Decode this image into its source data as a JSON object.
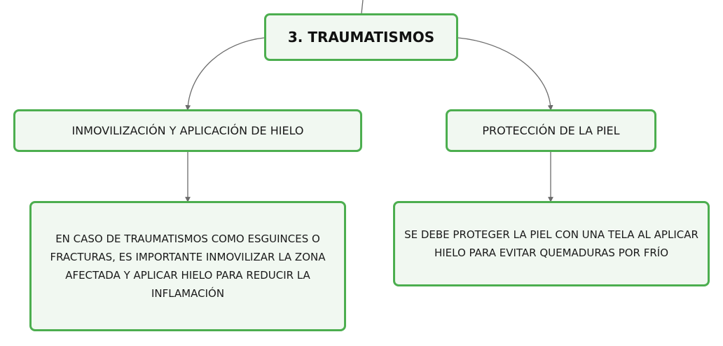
{
  "diagram": {
    "root": {
      "label": "3. TRAUMATISMOS"
    },
    "branches": [
      {
        "label": "INMOVILIZACIÓN Y APLICACIÓN DE HIELO",
        "detail": "EN CASO DE TRAUMATISMOS COMO ESGUINCES O FRACTURAS, ES IMPORTANTE INMOVILIZAR LA ZONA AFECTADA Y APLICAR HIELO PARA REDUCIR LA INFLAMACIÓN"
      },
      {
        "label": "PROTECCIÓN DE LA PIEL",
        "detail": "SE DEBE PROTEGER LA PIEL CON UNA TELA AL APLICAR HIELO PARA EVITAR QUEMADURAS POR FRÍO"
      }
    ]
  },
  "colors": {
    "node_border": "#4cae4f",
    "node_fill": "#f1f8f1",
    "connector": "#6b6b6b"
  }
}
